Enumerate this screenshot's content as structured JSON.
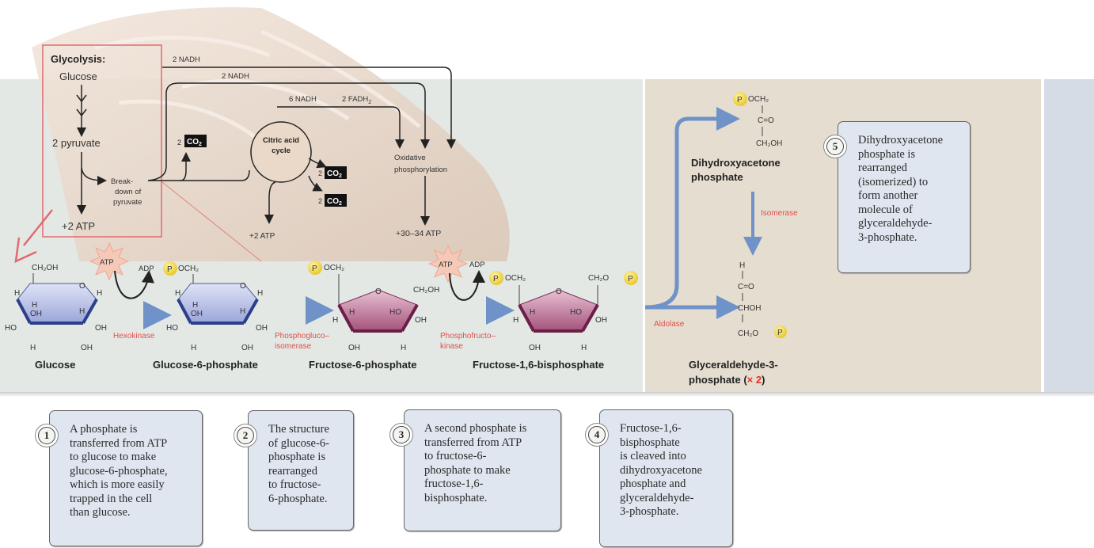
{
  "overview": {
    "title": "Glycolysis:",
    "glucose": "Glucose",
    "pyruvate": "2 pyruvate",
    "atp_glycolysis": "+2 ATP",
    "breakdown": [
      "Break-",
      "down of",
      "pyruvate"
    ],
    "nadh_1": "2 NADH",
    "nadh_2": "2 NADH",
    "nadh_6": "6 NADH",
    "fadh": "2 FADH",
    "fadh_sub": "2",
    "co2_prefix": "2",
    "co2_label": "CO",
    "co2_sub": "2",
    "citric": [
      "Citric acid",
      "cycle"
    ],
    "atp_citric": "+2 ATP",
    "oxphos": [
      "Oxidative",
      "phosphorylation"
    ],
    "atp_oxphos": "+30–34 ATP"
  },
  "molecules": {
    "glucose": "Glucose",
    "g6p": "Glucose-6-phosphate",
    "f6p": "Fructose-6-phosphate",
    "f16bp": "Fructose-1,6-bisphosphate",
    "dhap": [
      "Dihydroxyacetone",
      "phosphate"
    ],
    "g3p": [
      "Glyceraldehyde-3-",
      "phosphate ("
    ],
    "g3p_mult": "× 2",
    "g3p_close": ")"
  },
  "enzymes": {
    "hexokinase": "Hexokinase",
    "phosphogluco": [
      "Phosphogluco–",
      "isomerase"
    ],
    "phosphofructo": [
      "Phosphofructo–",
      "kinase"
    ],
    "aldolase": "Aldolase",
    "isomerase": "Isomerase"
  },
  "cofactors": {
    "atp": "ATP",
    "adp": "ADP",
    "phosphate": "P"
  },
  "chem": {
    "ch2oh": "CH₂OH",
    "och2": "OCH₂",
    "h": "H",
    "oh": "OH",
    "ho": "HO",
    "o": "O",
    "co": "C=O",
    "choh": "CHOH",
    "ch2o": "CH₂O"
  },
  "steps": [
    {
      "num": "1",
      "text": "A phosphate is\ntransferred from ATP\nto glucose to make\nglucose-6-phosphate,\nwhich is more easily\ntrapped in the cell\nthan glucose."
    },
    {
      "num": "2",
      "text": "The structure\nof glucose-6-\nphosphate is\nrearranged\nto fructose-\n6-phosphate."
    },
    {
      "num": "3",
      "text": "A second phosphate is\ntransferred from ATP\nto fructose-6-\nphosphate to make\nfructose-1,6-\nbisphosphate."
    },
    {
      "num": "4",
      "text": "Fructose-1,6-\nbisphosphate\nis cleaved into\ndihydroxyacetone\nphosphate and\nglyceraldehyde-\n3-phosphate."
    },
    {
      "num": "5",
      "text": "Dihydroxyacetone\nphosphate is\nrearranged\n(isomerized) to\nform another\nmolecule of\nglyceraldehyde-\n3-phosphate."
    }
  ],
  "colors": {
    "enzyme_red": "#e0504a",
    "box_red": "#e06a70",
    "flow_blue": "#7094c8",
    "phosphate_yellow": "#f2d43a",
    "glucose_ring": "#a7b2e0",
    "fructose_ring": "#b06a8e"
  }
}
